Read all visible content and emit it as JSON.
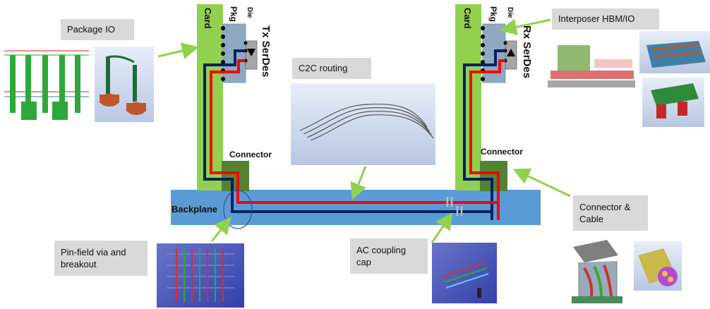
{
  "callouts": {
    "package_io": "Package IO",
    "c2c_routing": "C2C routing",
    "interposer": "Interposer HBM/IO",
    "connector_cable": "Connector & Cable",
    "pinfield": "Pin-field via and breakout",
    "ac_coupling": "AC coupling cap"
  },
  "labels": {
    "card": "Card",
    "pkg": "Pkg",
    "die": "Die",
    "tx_serdes": "Tx SerDes",
    "rx_serdes": "Rx SerDes",
    "connector": "Connector",
    "backplane": "Backplane"
  },
  "colors": {
    "card": "#92d050",
    "connector": "#548235",
    "backplane": "#5b9bd5",
    "pkg": "#8ea9c1",
    "trace_red": "#ff0000",
    "trace_navy": "#002060",
    "arrow": "#92d050"
  }
}
